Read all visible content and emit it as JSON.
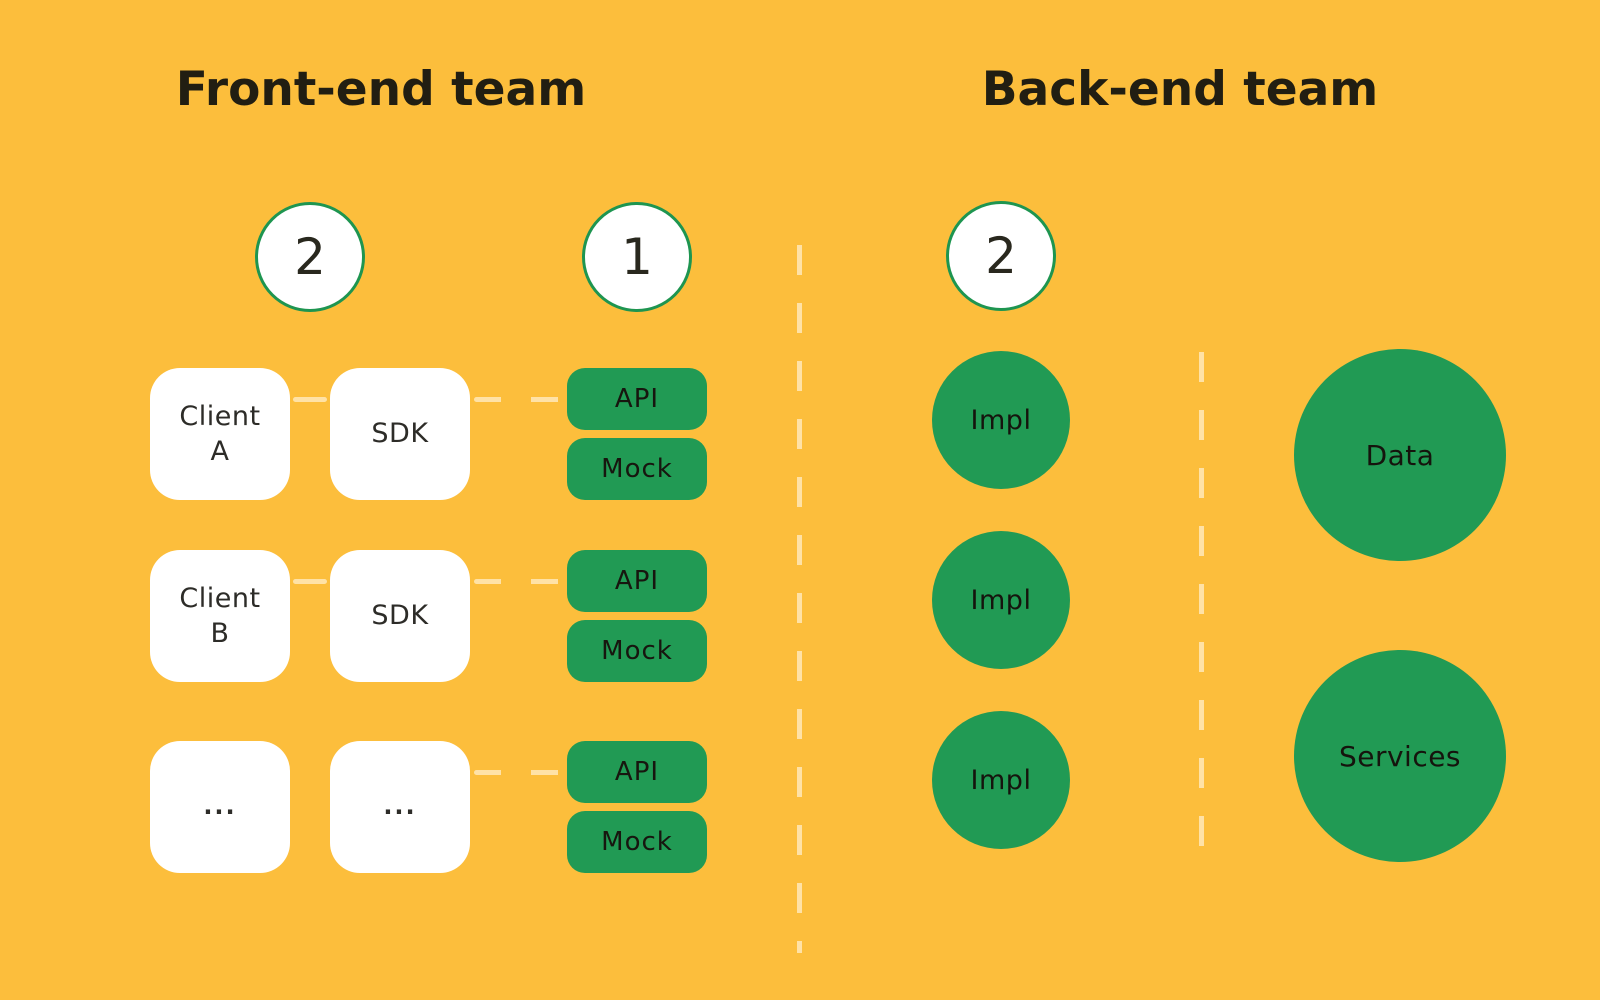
{
  "colors": {
    "bg": "#FCBE3C",
    "green": "#219A54",
    "dash": "#FFE2A6",
    "ink": "#211E12",
    "label": "#2D2C28",
    "circle-border": "#1E9550",
    "white": "#FFFFFF"
  },
  "frontend": {
    "title": "Front-end team",
    "step_badges": [
      {
        "label": "2"
      },
      {
        "label": "1"
      }
    ],
    "rows": [
      {
        "client": "Client\nA",
        "sdk": "SDK",
        "api": "API",
        "mock": "Mock"
      },
      {
        "client": "Client\nB",
        "sdk": "SDK",
        "api": "API",
        "mock": "Mock"
      },
      {
        "client": "...",
        "sdk": "...",
        "api": "API",
        "mock": "Mock"
      }
    ]
  },
  "backend": {
    "title": "Back-end team",
    "step_badge": {
      "label": "2"
    },
    "impl_nodes": [
      {
        "label": "Impl"
      },
      {
        "label": "Impl"
      },
      {
        "label": "Impl"
      }
    ],
    "resource_nodes": [
      {
        "label": "Data"
      },
      {
        "label": "Services"
      }
    ]
  }
}
